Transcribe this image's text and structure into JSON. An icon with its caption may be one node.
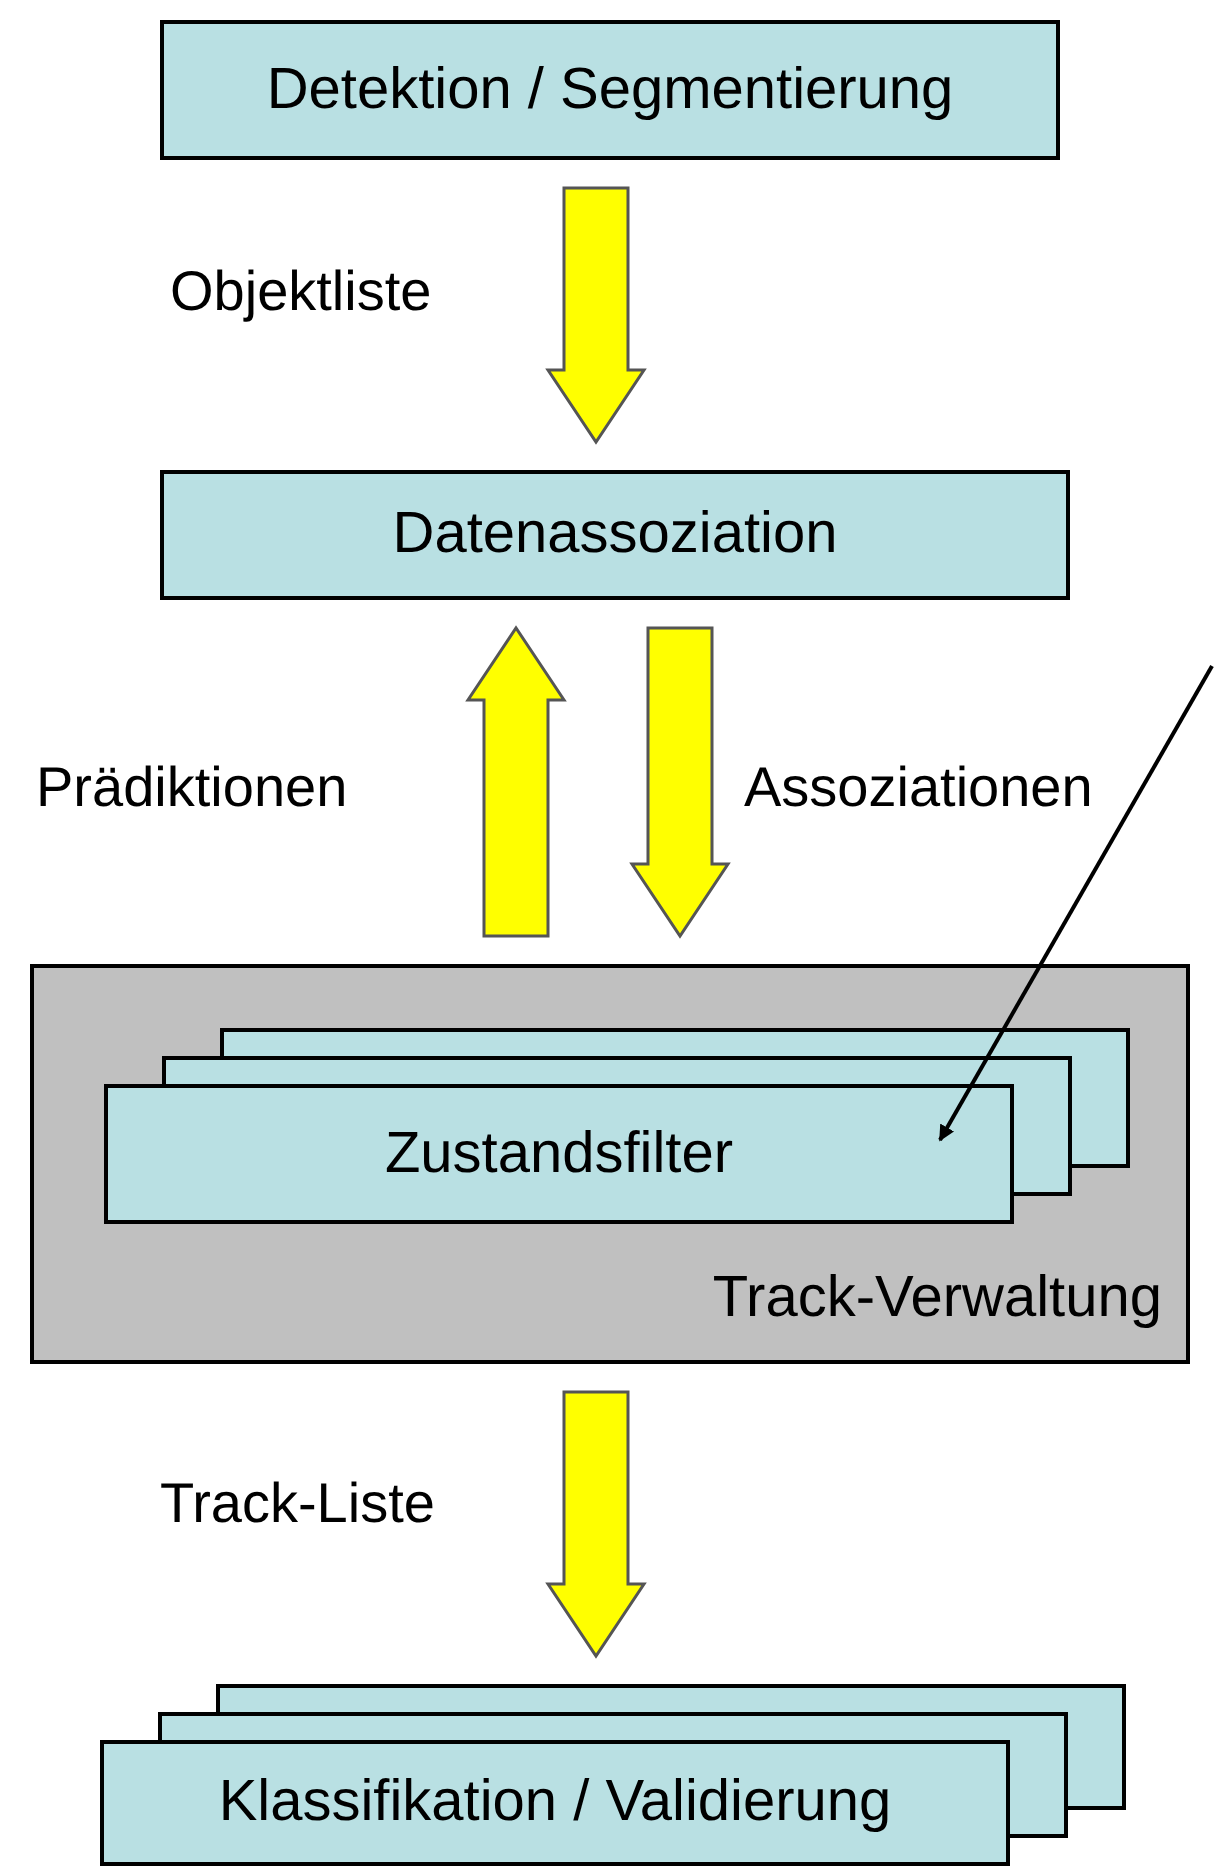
{
  "diagram": {
    "nodes": [
      {
        "text": [
          "Detektion / Segmentierung"
        ]
      },
      {
        "text": [
          "Datenassoziation"
        ]
      },
      {
        "text": [
          "Track-Verwaltung"
        ]
      },
      {
        "text": [
          "Zustandsfilter"
        ],
        "in": 2
      },
      {
        "text": [
          "Klassifikation / Validierung"
        ]
      }
    ],
    "edges": [
      {
        "from": 0,
        "to": 1,
        "arrow": "to",
        "label": "Objektliste"
      },
      {
        "from": 2,
        "to": 1,
        "arrow": "to",
        "label": "Prädiktionen"
      },
      {
        "from": 1,
        "to": 2,
        "arrow": "to",
        "label": "Assoziationen"
      },
      {
        "from": 2,
        "to": 4,
        "arrow": "to",
        "label": "Track-Liste"
      },
      {
        "from": null,
        "to": 3,
        "arrow": "to",
        "color": "#000000"
      }
    ]
  }
}
